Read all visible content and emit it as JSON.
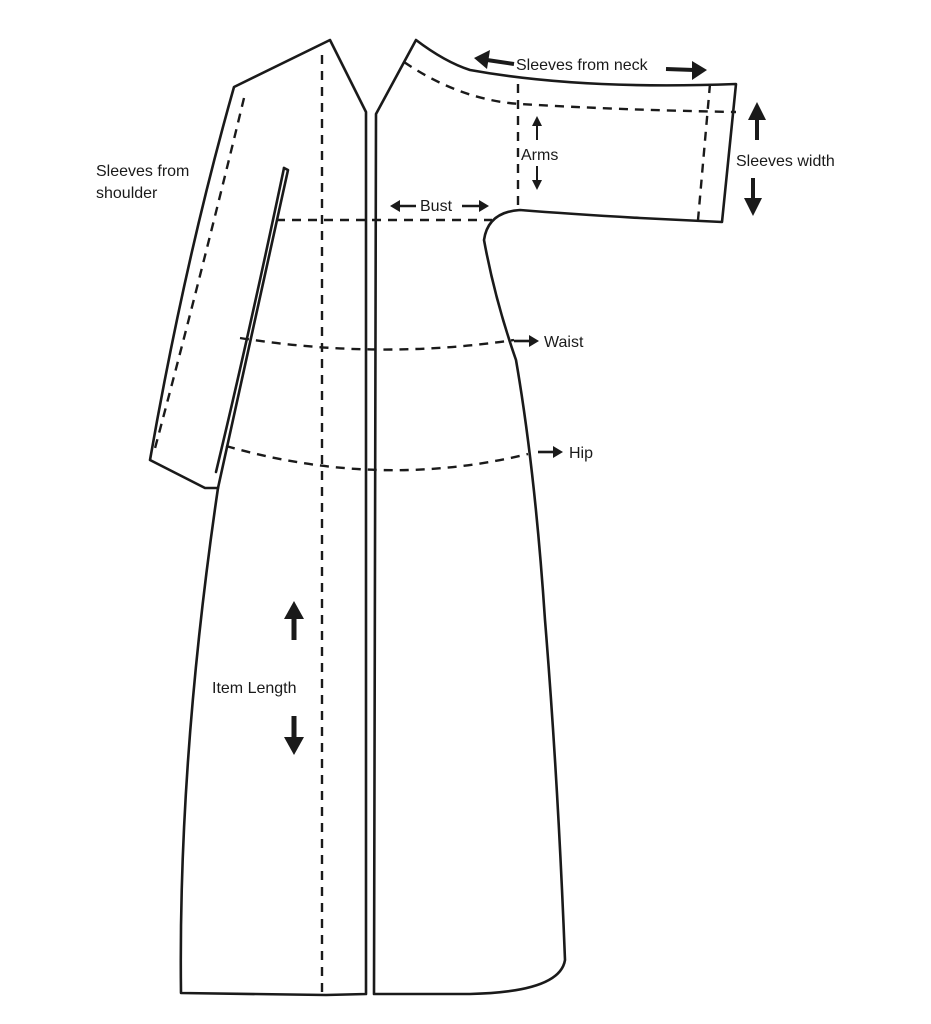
{
  "labels": {
    "sleeves_from_neck": "Sleeves from neck",
    "sleeves_width": "Sleeves width",
    "arms": "Arms",
    "sleeves_from_shoulder_line1": "Sleeves from",
    "sleeves_from_shoulder_line2": "shoulder",
    "bust": "Bust",
    "waist": "Waist",
    "hip": "Hip",
    "item_length": "Item Length"
  },
  "colors": {
    "line": "#1a1a1a",
    "background": "#ffffff"
  }
}
